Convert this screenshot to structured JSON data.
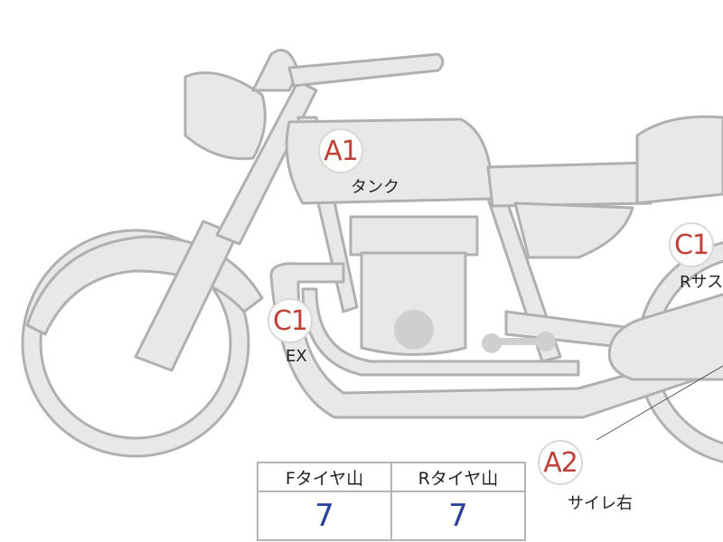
{
  "colors": {
    "body_fill": "#e8e8e6",
    "outline": "#b0b0b0",
    "badge_text": "#c0413a",
    "value_text": "#2a3f9a"
  },
  "markers": [
    {
      "code": "A1",
      "label": "タンク"
    },
    {
      "code": "C1",
      "label": "EX"
    },
    {
      "code": "C1",
      "label": "Rサス"
    },
    {
      "code": "A2",
      "label": "サイレ右"
    }
  ],
  "tire_table": {
    "headers": [
      "Fタイヤ山",
      "Rタイヤ山"
    ],
    "values": [
      "7",
      "7"
    ]
  }
}
